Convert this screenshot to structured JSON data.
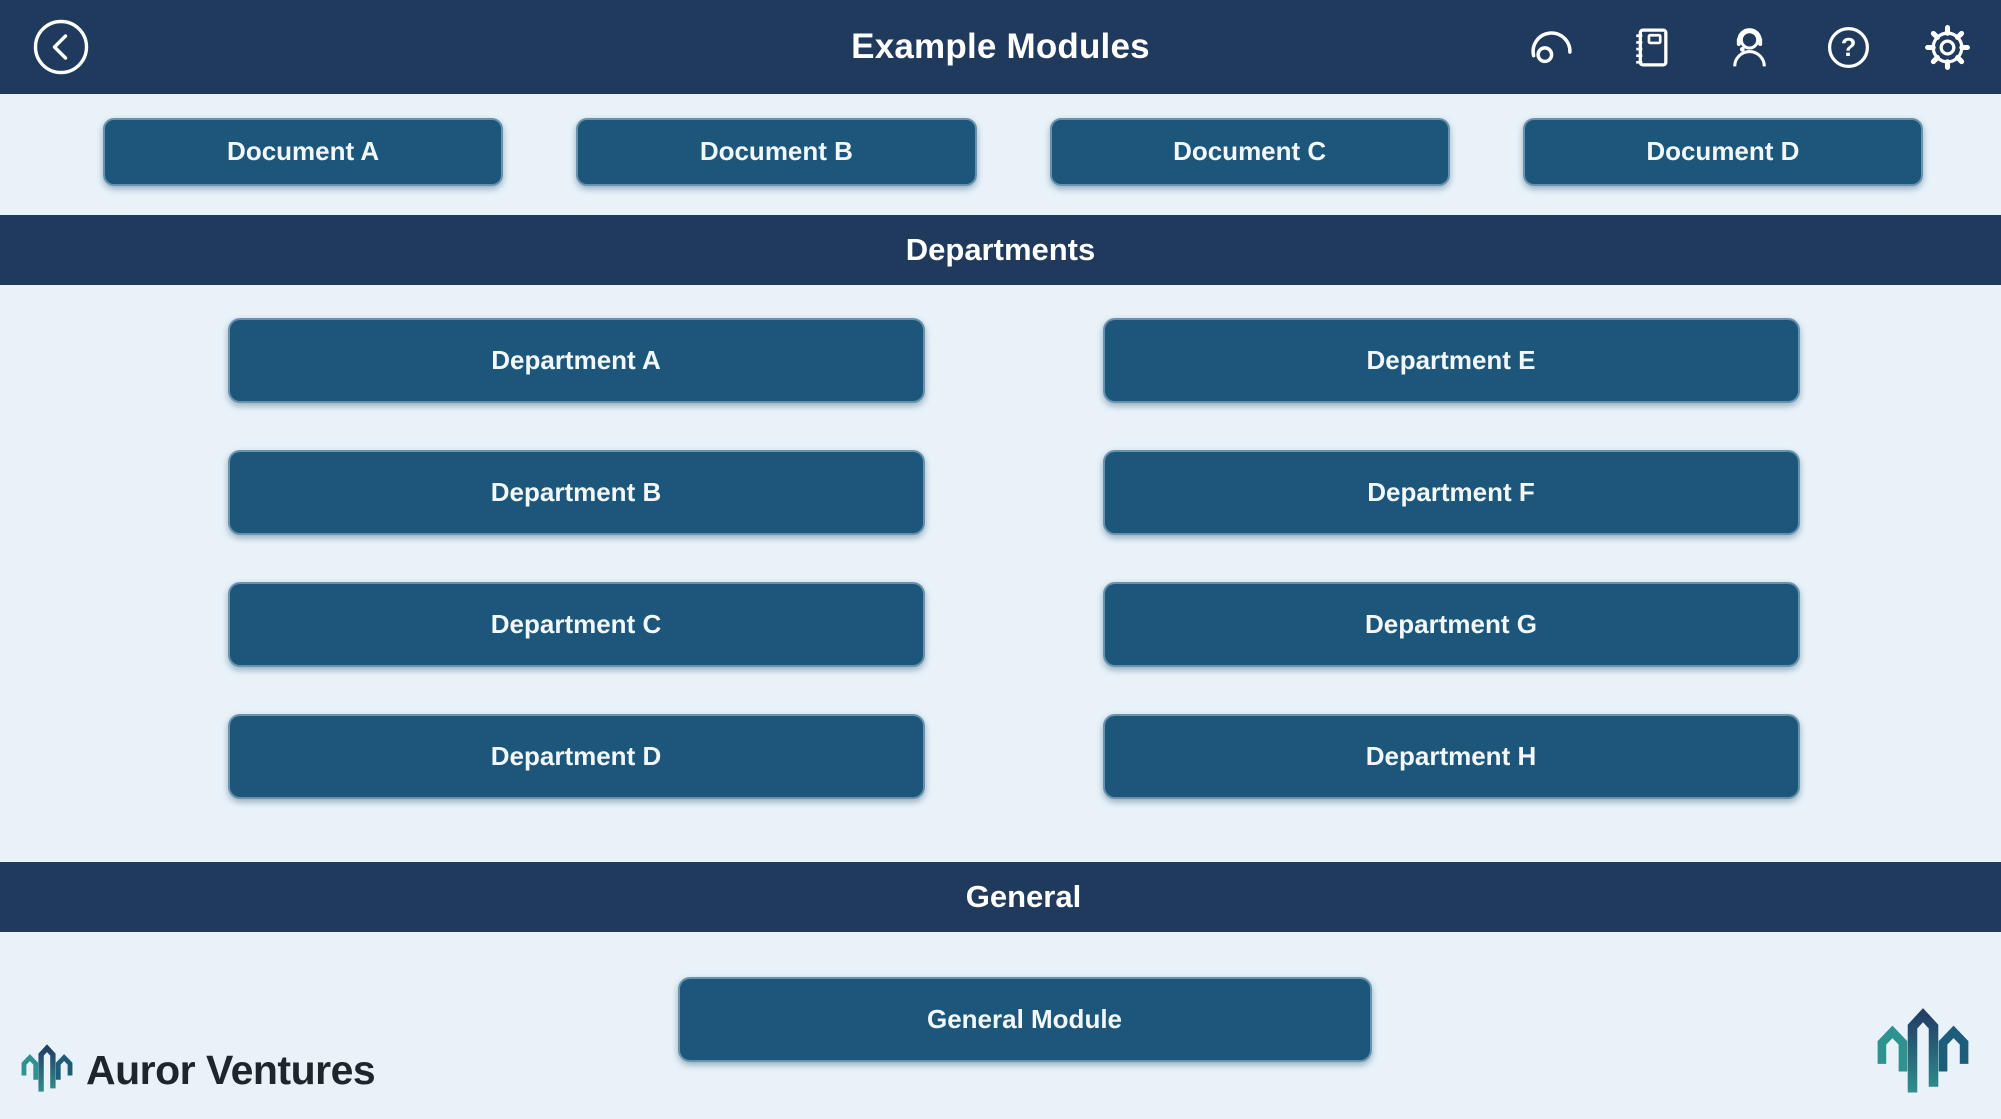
{
  "header": {
    "title": "Example Modules",
    "icons": [
      {
        "name": "insights-icon"
      },
      {
        "name": "notebook-icon"
      },
      {
        "name": "support-person-icon"
      },
      {
        "name": "help-icon"
      },
      {
        "name": "settings-icon"
      }
    ]
  },
  "documents": {
    "buttons": [
      {
        "label": "Document A"
      },
      {
        "label": "Document B"
      },
      {
        "label": "Document C"
      },
      {
        "label": "Document D"
      }
    ]
  },
  "departments": {
    "title": "Departments",
    "left": [
      {
        "label": "Department A"
      },
      {
        "label": "Department B"
      },
      {
        "label": "Department C"
      },
      {
        "label": "Department D"
      }
    ],
    "right": [
      {
        "label": "Department E"
      },
      {
        "label": "Department F"
      },
      {
        "label": "Department G"
      },
      {
        "label": "Department H"
      }
    ]
  },
  "general": {
    "title": "General",
    "module_label": "General Module"
  },
  "footer": {
    "brand": "Auror Ventures"
  },
  "colors": {
    "header_navy": "#1f3a5c",
    "button_blue": "#1d567b",
    "background": "#e9f2f9",
    "logo_teal": "#2f9190",
    "logo_navy": "#223f66"
  }
}
